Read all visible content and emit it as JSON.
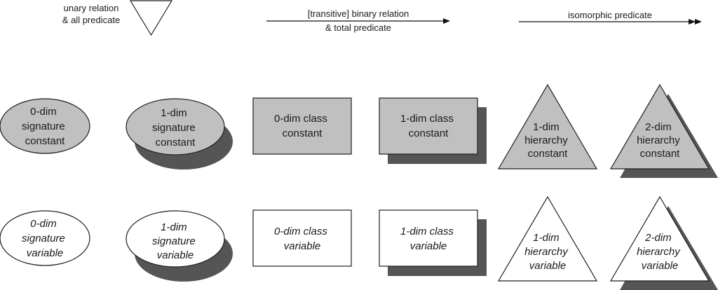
{
  "legend": {
    "unary": {
      "line1": "unary relation",
      "line2": "& all predicate"
    },
    "binary": {
      "line1": "[transitive] binary relation",
      "line2": "& total predicate"
    },
    "iso": {
      "line1": "isomorphic predicate"
    }
  },
  "constants": {
    "sig0": [
      "0-dim",
      "signature",
      "constant"
    ],
    "sig1": [
      "1-dim",
      "signature",
      "constant"
    ],
    "class0": [
      "0-dim class",
      "constant"
    ],
    "class1": [
      "1-dim class",
      "constant"
    ],
    "hier1": [
      "1-dim",
      "hierarchy",
      "constant"
    ],
    "hier2": [
      "2-dim",
      "hierarchy",
      "constant"
    ]
  },
  "variables": {
    "sig0": [
      "0-dim",
      "signature",
      "variable"
    ],
    "sig1": [
      "1-dim",
      "signature",
      "variable"
    ],
    "class0": [
      "0-dim class",
      "variable"
    ],
    "class1": [
      "1-dim class",
      "variable"
    ],
    "hier1": [
      "1-dim",
      "hierarchy",
      "variable"
    ],
    "hier2": [
      "2-dim",
      "hierarchy",
      "variable"
    ]
  },
  "colors": {
    "fill_gray": "#c0c0c0",
    "shadow": "#555555",
    "stroke": "#1e1e1e"
  }
}
